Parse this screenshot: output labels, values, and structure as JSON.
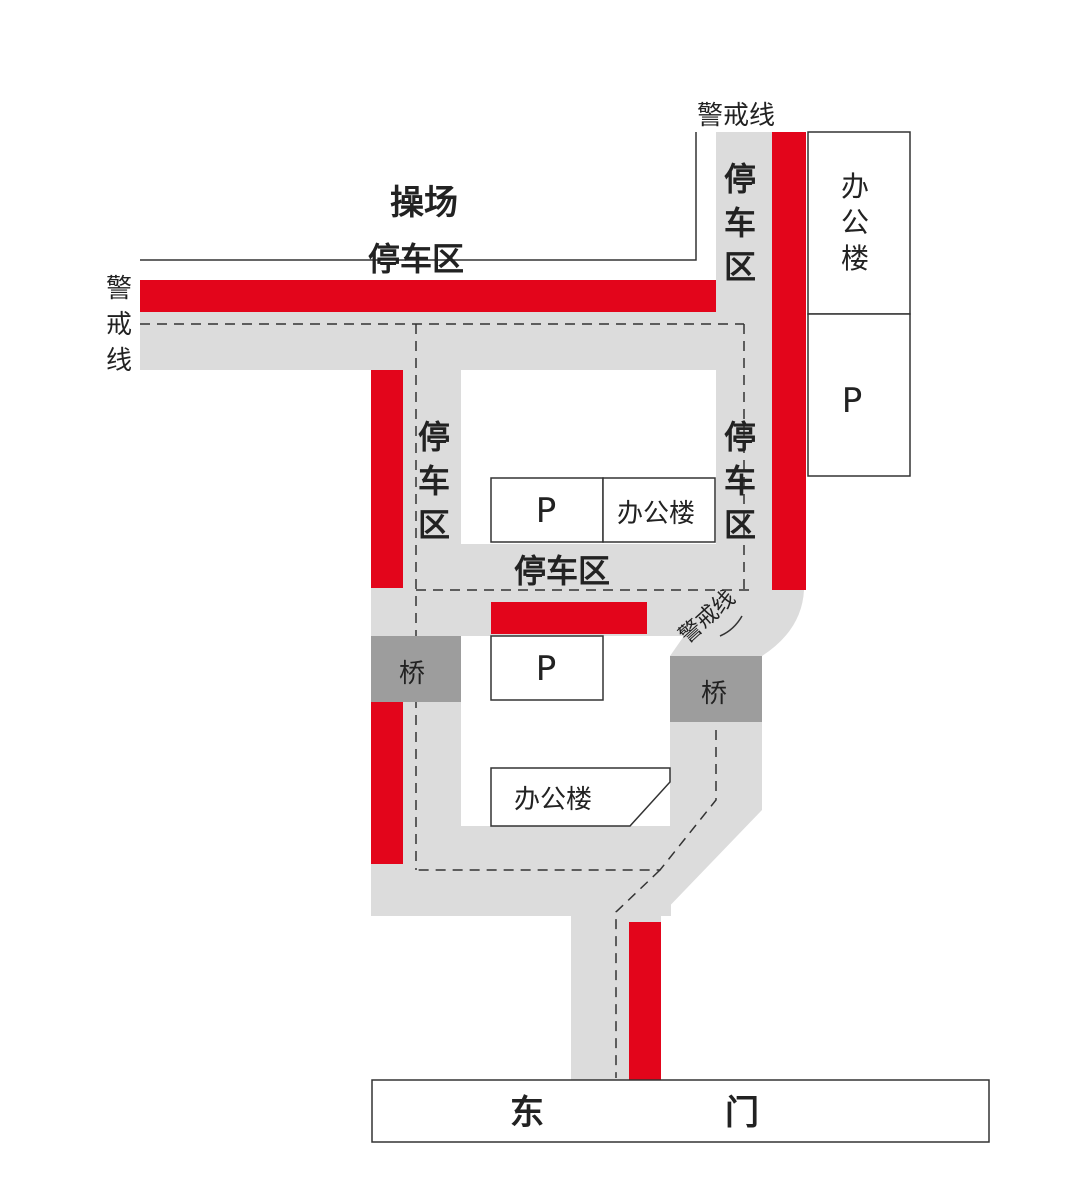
{
  "labels": {
    "playground": "操场",
    "parking_area": "停车区",
    "cordon": "警戒线",
    "cordon_char_1": "警",
    "cordon_char_2": "戒",
    "cordon_char_3": "线",
    "parking_char_1": "停",
    "parking_char_2": "车",
    "parking_char_3": "区",
    "office": "办公楼",
    "office_char_1": "办",
    "office_char_2": "公",
    "office_char_3": "楼",
    "parking_sign": "P",
    "bridge": "桥",
    "east_gate_left": "东",
    "east_gate_right": "门"
  },
  "colors": {
    "road": "#dcdcdc",
    "cordon_bar": "#e3051b",
    "bridge": "#9d9d9d",
    "outline": "#333333",
    "text": "#222222"
  }
}
